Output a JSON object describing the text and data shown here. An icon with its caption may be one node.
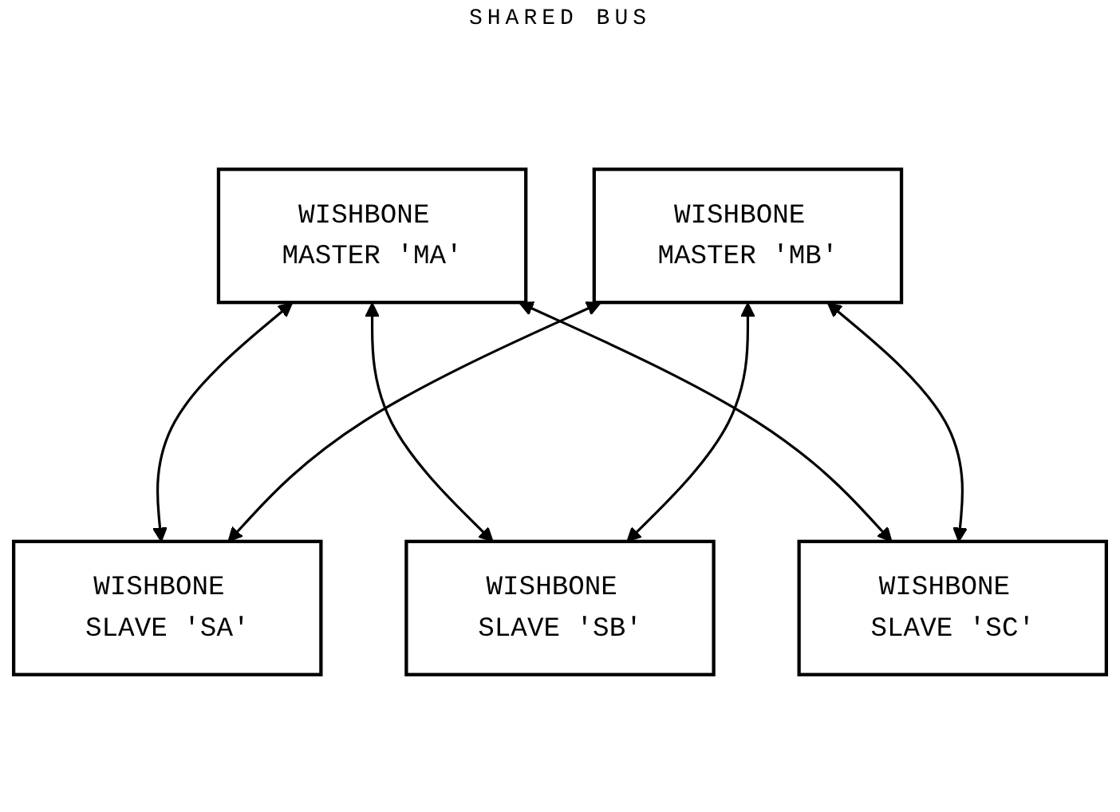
{
  "diagram": {
    "nodes": [
      {
        "text": [
          "WISHBONE MASTER 'MA'"
        ]
      },
      {
        "text": [
          "WISHBONE MASTER 'MB'"
        ]
      },
      {
        "text": [
          "WISHBONE SLAVE 'SA'"
        ]
      },
      {
        "text": [
          "WISHBONE SLAVE 'SB'"
        ]
      },
      {
        "text": [
          "WISHBONE SLAVE 'SC'"
        ]
      }
    ],
    "edges": [
      {
        "from": 0,
        "to": 2,
        "arrow": "both"
      },
      {
        "from": 0,
        "to": 3,
        "arrow": "both"
      },
      {
        "from": 0,
        "to": 4,
        "arrow": "both"
      },
      {
        "from": 1,
        "to": 2,
        "arrow": "both"
      },
      {
        "from": 1,
        "to": 3,
        "arrow": "both"
      },
      {
        "from": 1,
        "to": 4,
        "arrow": "both"
      }
    ],
    "labels": [
      "SHARED BUS"
    ]
  }
}
